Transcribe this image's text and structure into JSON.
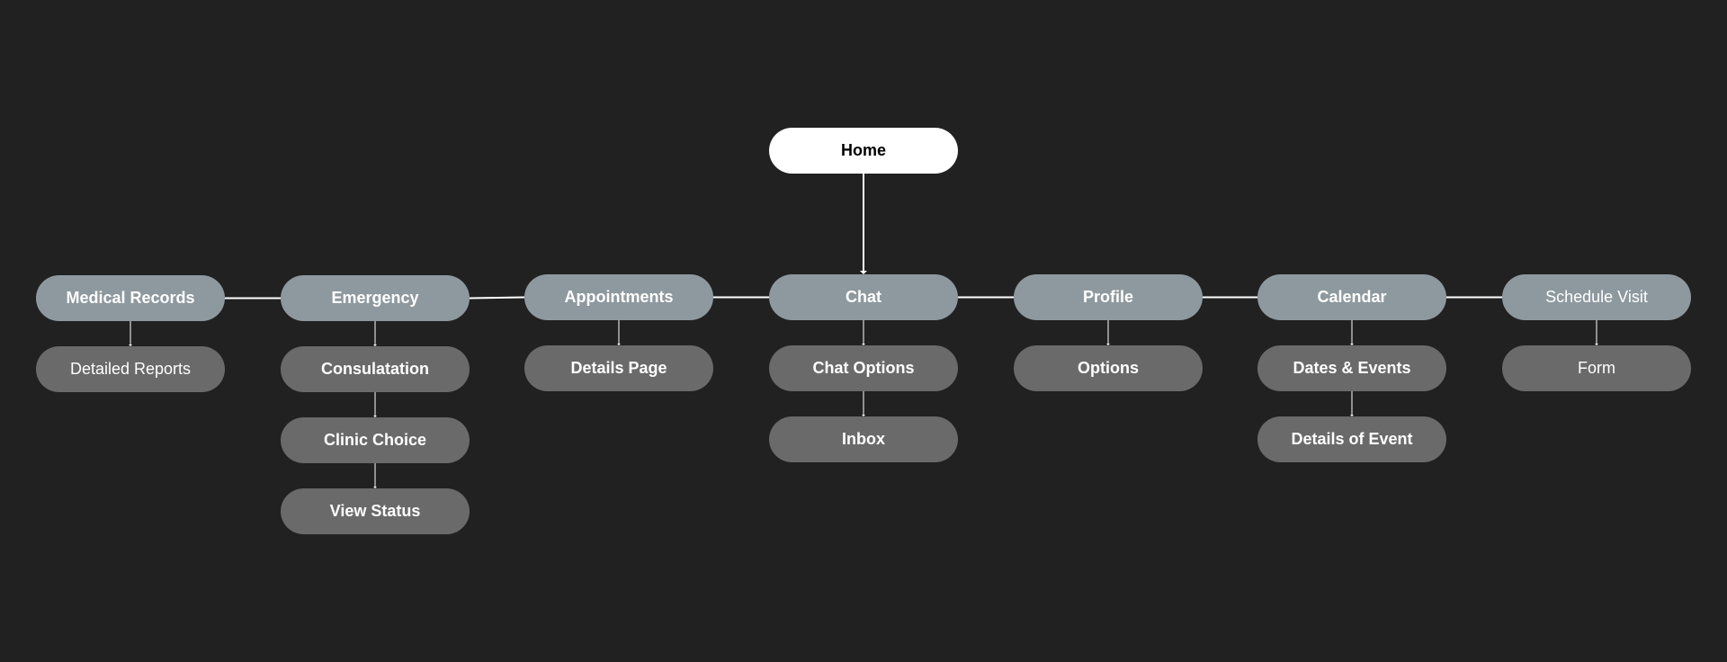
{
  "colors": {
    "background": "#212121",
    "root_fill": "#ffffff",
    "primary_fill": "#8e999f",
    "secondary_fill": "#6a6a6a",
    "connector": "#ffffff"
  },
  "diagram": {
    "root": {
      "label": "Home"
    },
    "columns": [
      {
        "label": "Medical Records",
        "children": [
          "Detailed Reports"
        ],
        "child_chain": false
      },
      {
        "label": "Emergency",
        "children": [
          "Consulatation",
          "Clinic Choice",
          "View Status"
        ],
        "child_chain": true
      },
      {
        "label": "Appointments",
        "children": [
          "Details Page"
        ],
        "child_chain": false
      },
      {
        "label": "Chat",
        "children": [
          "Chat Options",
          "Inbox"
        ],
        "child_chain": true
      },
      {
        "label": "Profile",
        "children": [
          "Options"
        ],
        "child_chain": false
      },
      {
        "label": "Calendar",
        "children": [
          "Dates & Events",
          "Details of Event"
        ],
        "child_chain": true
      },
      {
        "label": "Schedule Visit",
        "children": [
          "Form"
        ],
        "child_chain": false
      }
    ]
  }
}
